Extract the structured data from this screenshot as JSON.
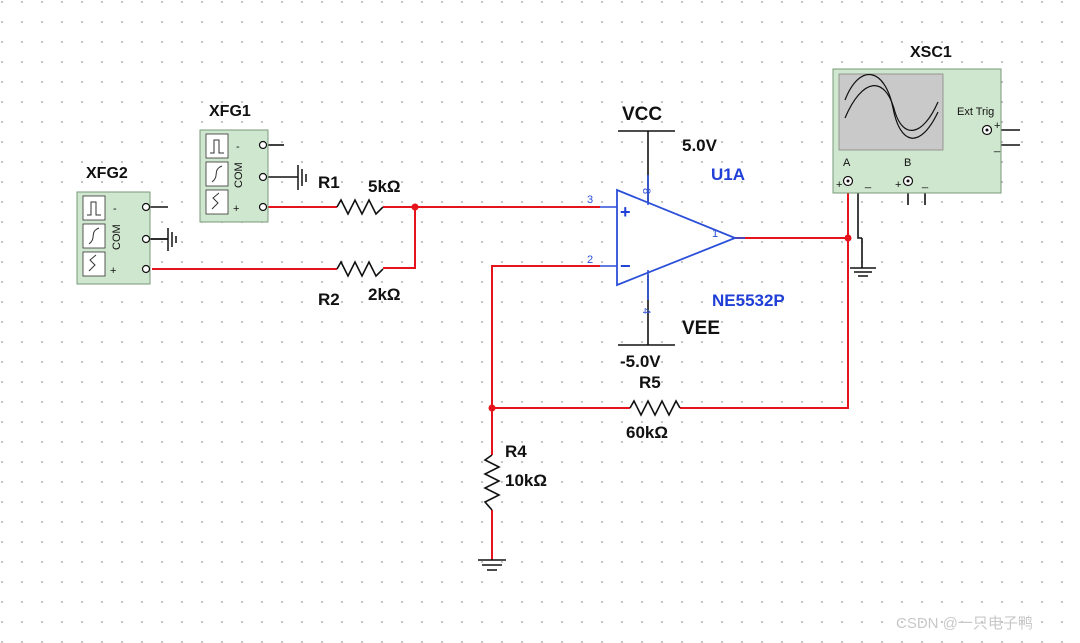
{
  "components": {
    "xfg1": {
      "name": "XFG1",
      "terminals": [
        "-",
        "COM",
        "+"
      ]
    },
    "xfg2": {
      "name": "XFG2",
      "terminals": [
        "-",
        "COM",
        "+"
      ]
    },
    "r1": {
      "name": "R1",
      "value": "5kΩ"
    },
    "r2": {
      "name": "R2",
      "value": "2kΩ"
    },
    "r4": {
      "name": "R4",
      "value": "10kΩ"
    },
    "r5": {
      "name": "R5",
      "value": "60kΩ"
    },
    "opamp": {
      "ref": "U1A",
      "part": "NE5532P",
      "vcc_label": "VCC",
      "vcc_value": "5.0V",
      "vee_label": "VEE",
      "vee_value": "-5.0V",
      "pins": {
        "noninv": "3",
        "inv": "2",
        "out": "1",
        "vplus": "8",
        "vminus": "4"
      },
      "plus_sign": "+",
      "minus_sign": "−"
    },
    "scope": {
      "name": "XSC1",
      "ext_trig": "Ext Trig",
      "channel_a": "A",
      "channel_b": "B",
      "plus": "+",
      "minus": "_"
    }
  },
  "watermark": "CSDN @一只电子鸭",
  "colors": {
    "wire": "#e5131b",
    "wire_dark": "#111111",
    "component_label": "#111111",
    "opamp_label": "#1f3fd6",
    "instrument_body": "#cfe6cf",
    "scope_screen": "#c9c9c9",
    "grid_dot": "#b0b0b0"
  }
}
